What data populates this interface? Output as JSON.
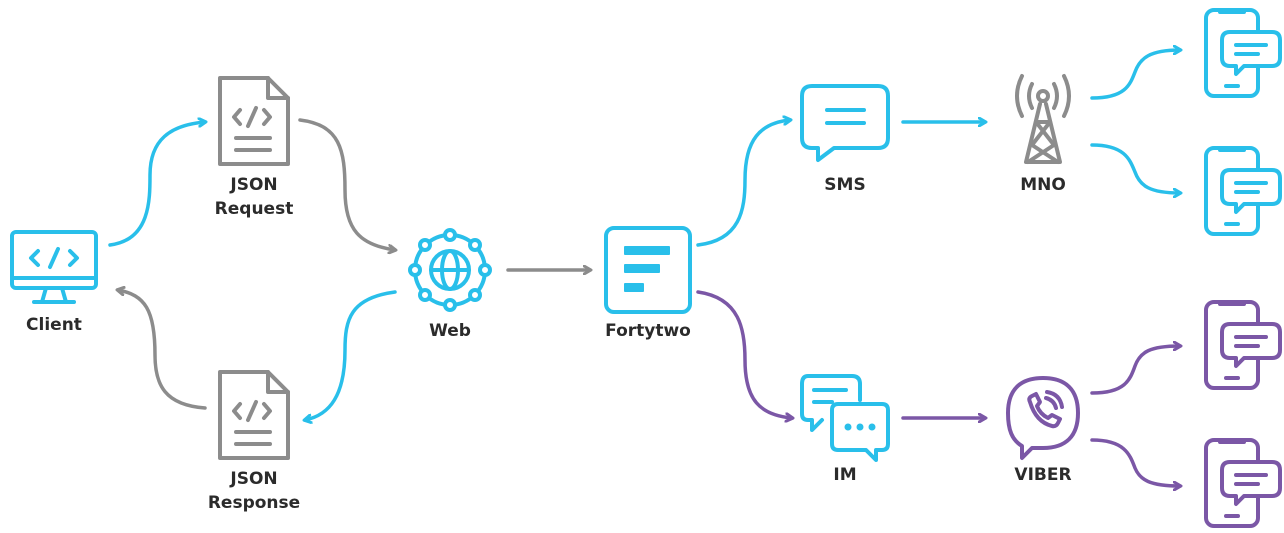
{
  "colors": {
    "blue": "#29BFEA",
    "grey": "#8C8C8C",
    "purple": "#7B57A6",
    "label": "#2B2B2B"
  },
  "nodes": {
    "client": {
      "label": "Client",
      "icon": "monitor-code-icon"
    },
    "json_request": {
      "label_line1": "JSON",
      "label_line2": "Request",
      "icon": "code-document-icon"
    },
    "json_response": {
      "label_line1": "JSON",
      "label_line2": "Response",
      "icon": "code-document-icon"
    },
    "web": {
      "label": "Web",
      "icon": "globe-network-icon"
    },
    "fortytwo": {
      "label": "Fortytwo",
      "icon": "fortytwo-logo-icon"
    },
    "sms": {
      "label": "SMS",
      "icon": "sms-bubble-icon"
    },
    "im": {
      "label": "IM",
      "icon": "chat-bubbles-icon"
    },
    "mno": {
      "label": "MNO",
      "icon": "cell-tower-icon"
    },
    "viber": {
      "label": "VIBER",
      "icon": "viber-icon"
    },
    "phones": [
      {
        "icon": "phone-message-icon",
        "color": "blue"
      },
      {
        "icon": "phone-message-icon",
        "color": "blue"
      },
      {
        "icon": "phone-message-icon",
        "color": "purple"
      },
      {
        "icon": "phone-message-icon",
        "color": "purple"
      }
    ]
  },
  "edges": [
    {
      "from": "client",
      "to": "json_request",
      "color": "blue"
    },
    {
      "from": "json_request",
      "to": "web",
      "color": "grey"
    },
    {
      "from": "web",
      "to": "json_response",
      "color": "blue"
    },
    {
      "from": "json_response",
      "to": "client",
      "color": "grey"
    },
    {
      "from": "web",
      "to": "fortytwo",
      "color": "grey"
    },
    {
      "from": "fortytwo",
      "to": "sms",
      "color": "blue"
    },
    {
      "from": "fortytwo",
      "to": "im",
      "color": "purple"
    },
    {
      "from": "sms",
      "to": "mno",
      "color": "blue"
    },
    {
      "from": "im",
      "to": "viber",
      "color": "purple"
    },
    {
      "from": "mno",
      "to": "phone-1",
      "color": "blue"
    },
    {
      "from": "mno",
      "to": "phone-2",
      "color": "blue"
    },
    {
      "from": "viber",
      "to": "phone-3",
      "color": "purple"
    },
    {
      "from": "viber",
      "to": "phone-4",
      "color": "purple"
    }
  ]
}
